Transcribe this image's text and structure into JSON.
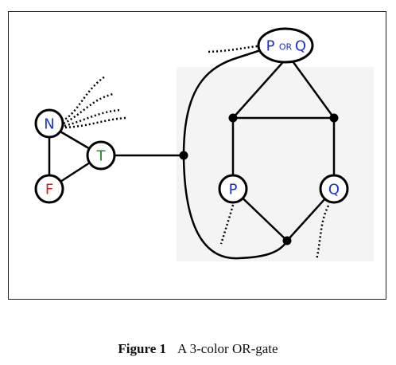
{
  "nodes": {
    "N": {
      "label": "N",
      "color": "#1a2fd6"
    },
    "T": {
      "label": "T",
      "color": "#1f8a2a"
    },
    "F": {
      "label": "F",
      "color": "#e01b1b"
    },
    "P": {
      "label": "P",
      "color": "#1a2fd6"
    },
    "Q": {
      "label": "Q",
      "color": "#1a2fd6"
    },
    "PorQ": {
      "label_p": "P",
      "label_or": "OR",
      "label_q": "Q",
      "color": "#1a2fd6"
    }
  },
  "caption": {
    "figure_label": "Figure 1",
    "text_prefix": "A 3-color ",
    "text_or": "OR",
    "text_suffix": "-gate"
  }
}
